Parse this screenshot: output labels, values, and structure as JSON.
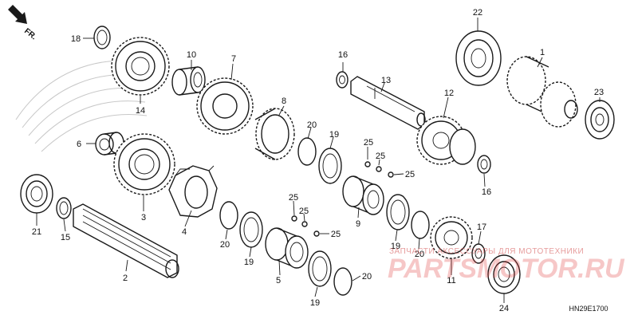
{
  "diagram_code": "HN29E1700",
  "direction_label": "FR.",
  "watermark": {
    "caption": "ЗАПЧАСТИ АКСЕССУАРЫ ДЛЯ МОТОТЕХНИКИ",
    "brand": "PARTSMOTOR.RU"
  },
  "colors": {
    "line": "#1a1a1a",
    "watermark": "#e03a3a",
    "background": "#ffffff"
  },
  "callouts": [
    {
      "id": "c1",
      "label": "1"
    },
    {
      "id": "c2",
      "label": "2"
    },
    {
      "id": "c3",
      "label": "3"
    },
    {
      "id": "c4",
      "label": "4"
    },
    {
      "id": "c5",
      "label": "5"
    },
    {
      "id": "c6",
      "label": "6"
    },
    {
      "id": "c7",
      "label": "7"
    },
    {
      "id": "c8",
      "label": "8"
    },
    {
      "id": "c9",
      "label": "9"
    },
    {
      "id": "c10",
      "label": "10"
    },
    {
      "id": "c11",
      "label": "11"
    },
    {
      "id": "c12",
      "label": "12"
    },
    {
      "id": "c13",
      "label": "13"
    },
    {
      "id": "c14",
      "label": "14"
    },
    {
      "id": "c15",
      "label": "15"
    },
    {
      "id": "c16a",
      "label": "16"
    },
    {
      "id": "c16b",
      "label": "16"
    },
    {
      "id": "c17",
      "label": "17"
    },
    {
      "id": "c18",
      "label": "18"
    },
    {
      "id": "c19a",
      "label": "19"
    },
    {
      "id": "c19b",
      "label": "19"
    },
    {
      "id": "c19c",
      "label": "19"
    },
    {
      "id": "c19d",
      "label": "19"
    },
    {
      "id": "c20a",
      "label": "20"
    },
    {
      "id": "c20b",
      "label": "20"
    },
    {
      "id": "c20c",
      "label": "20"
    },
    {
      "id": "c20d",
      "label": "20"
    },
    {
      "id": "c21",
      "label": "21"
    },
    {
      "id": "c22",
      "label": "22"
    },
    {
      "id": "c23",
      "label": "23"
    },
    {
      "id": "c24",
      "label": "24"
    },
    {
      "id": "c25a",
      "label": "25"
    },
    {
      "id": "c25b",
      "label": "25"
    },
    {
      "id": "c25c",
      "label": "25"
    },
    {
      "id": "c25d",
      "label": "25"
    },
    {
      "id": "c25e",
      "label": "25"
    },
    {
      "id": "c25f",
      "label": "25"
    }
  ]
}
